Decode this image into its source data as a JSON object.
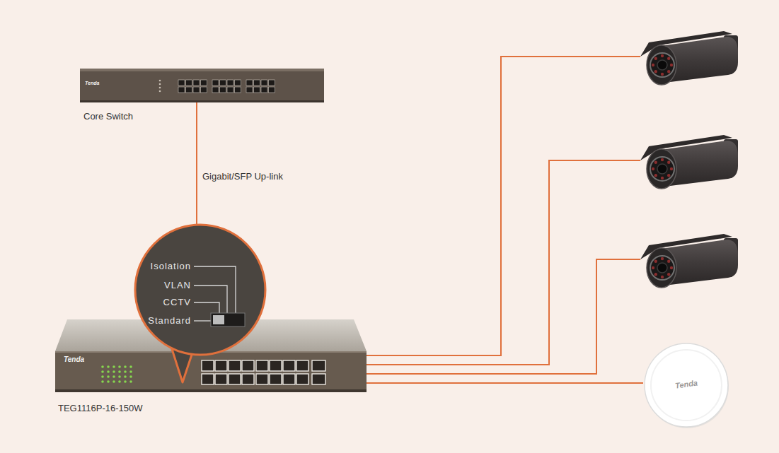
{
  "diagram": {
    "nodes": [
      {
        "text": [
          "Core Switch"
        ]
      },
      {
        "text": [
          "TEG1116P-16-150W"
        ]
      },
      {
        "text": [
          "Tenda"
        ]
      }
    ],
    "edges": [
      {
        "from": 0,
        "to": 1,
        "arrow": "none",
        "label": "Gigabit/SFP Up-link"
      },
      {
        "from": 1,
        "to": 2,
        "arrow": "none"
      }
    ],
    "labels": [
      "Isolation",
      "VLAN",
      "CCTV",
      "Standard",
      "Tenda",
      "Tenda"
    ]
  }
}
